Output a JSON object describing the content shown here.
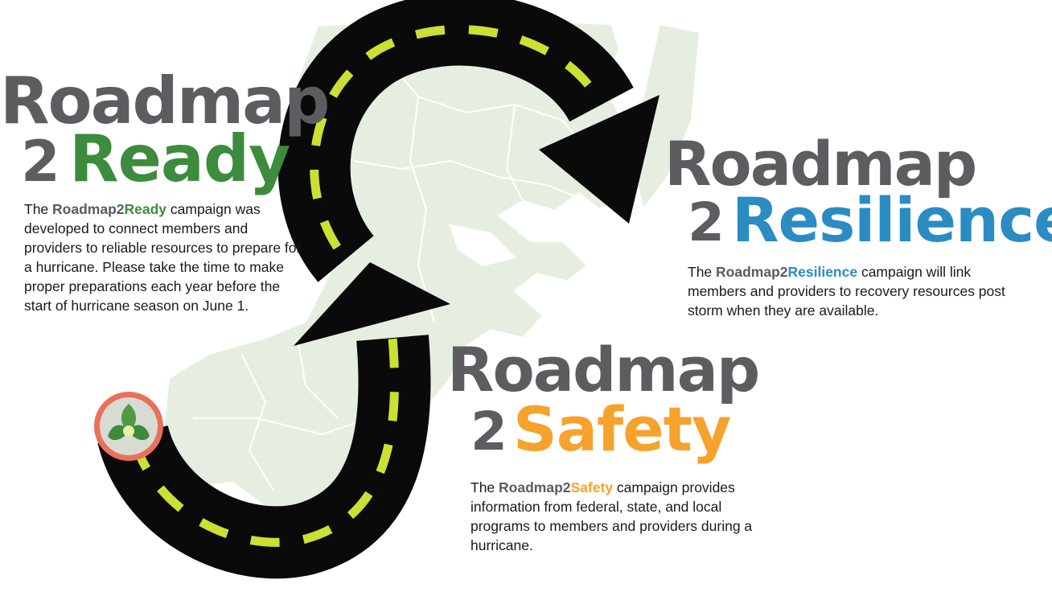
{
  "colors": {
    "gray": "#5d5d61",
    "ready_green": "#3d8b3d",
    "resilience_blue": "#2b8cc4",
    "safety_orange": "#f6a22d",
    "road": "#0a0a0a",
    "dash": "#cbe032",
    "map_fill": "#e6eee1",
    "map_line": "#ffffff",
    "logo_ring": "#e9705a",
    "logo_leaf": "#4f9a43"
  },
  "ready": {
    "word": "Roadmap",
    "num": "2",
    "accent": "Ready",
    "desc_before": "The ",
    "desc_name_gray": "Roadmap2",
    "desc_name_accent": "Ready",
    "desc_after": " campaign was developed to connect members and providers to reliable resources to prepare for a hurricane. Please take the time to make proper preparations each year before the start of hurricane season on June 1."
  },
  "resilience": {
    "word": "Roadmap",
    "num": "2",
    "accent": "Resilience",
    "desc_before": "The ",
    "desc_name_gray": "Roadmap2",
    "desc_name_accent": "Resilience",
    "desc_after": " campaign will link members and providers to recovery resources post storm when they are available."
  },
  "safety": {
    "word": "Roadmap",
    "num": "2",
    "accent": "Safety",
    "desc_before": "The ",
    "desc_name_gray": "Roadmap2",
    "desc_name_accent": "Safety",
    "desc_after": " campaign provides information from federal, state, and local programs to members and providers during a hurricane."
  },
  "icons": {
    "road_top": "curved-road-arrow-icon",
    "road_bottom": "curved-road-arrow-icon",
    "logo": "trillium-leaf-logo-icon"
  }
}
